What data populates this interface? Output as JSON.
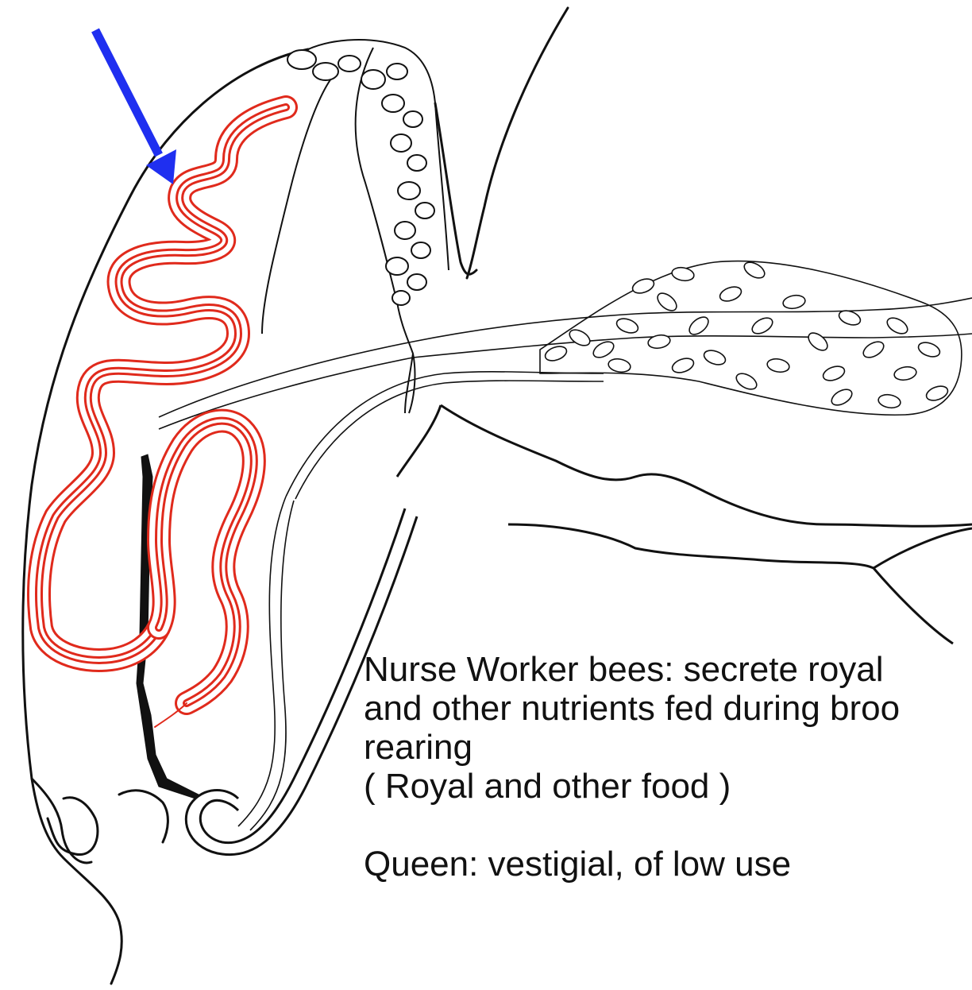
{
  "colors": {
    "outline": "#111111",
    "gland": "#e02a1c",
    "arrow": "#1f2ff0",
    "background": "#ffffff"
  },
  "caption": {
    "line1": "Nurse Worker bees: secrete royal",
    "line2": "and other nutrients fed during broo",
    "line3": "rearing",
    "line4": "( Royal and other food )",
    "line5": "Queen: vestigial, of low use"
  }
}
